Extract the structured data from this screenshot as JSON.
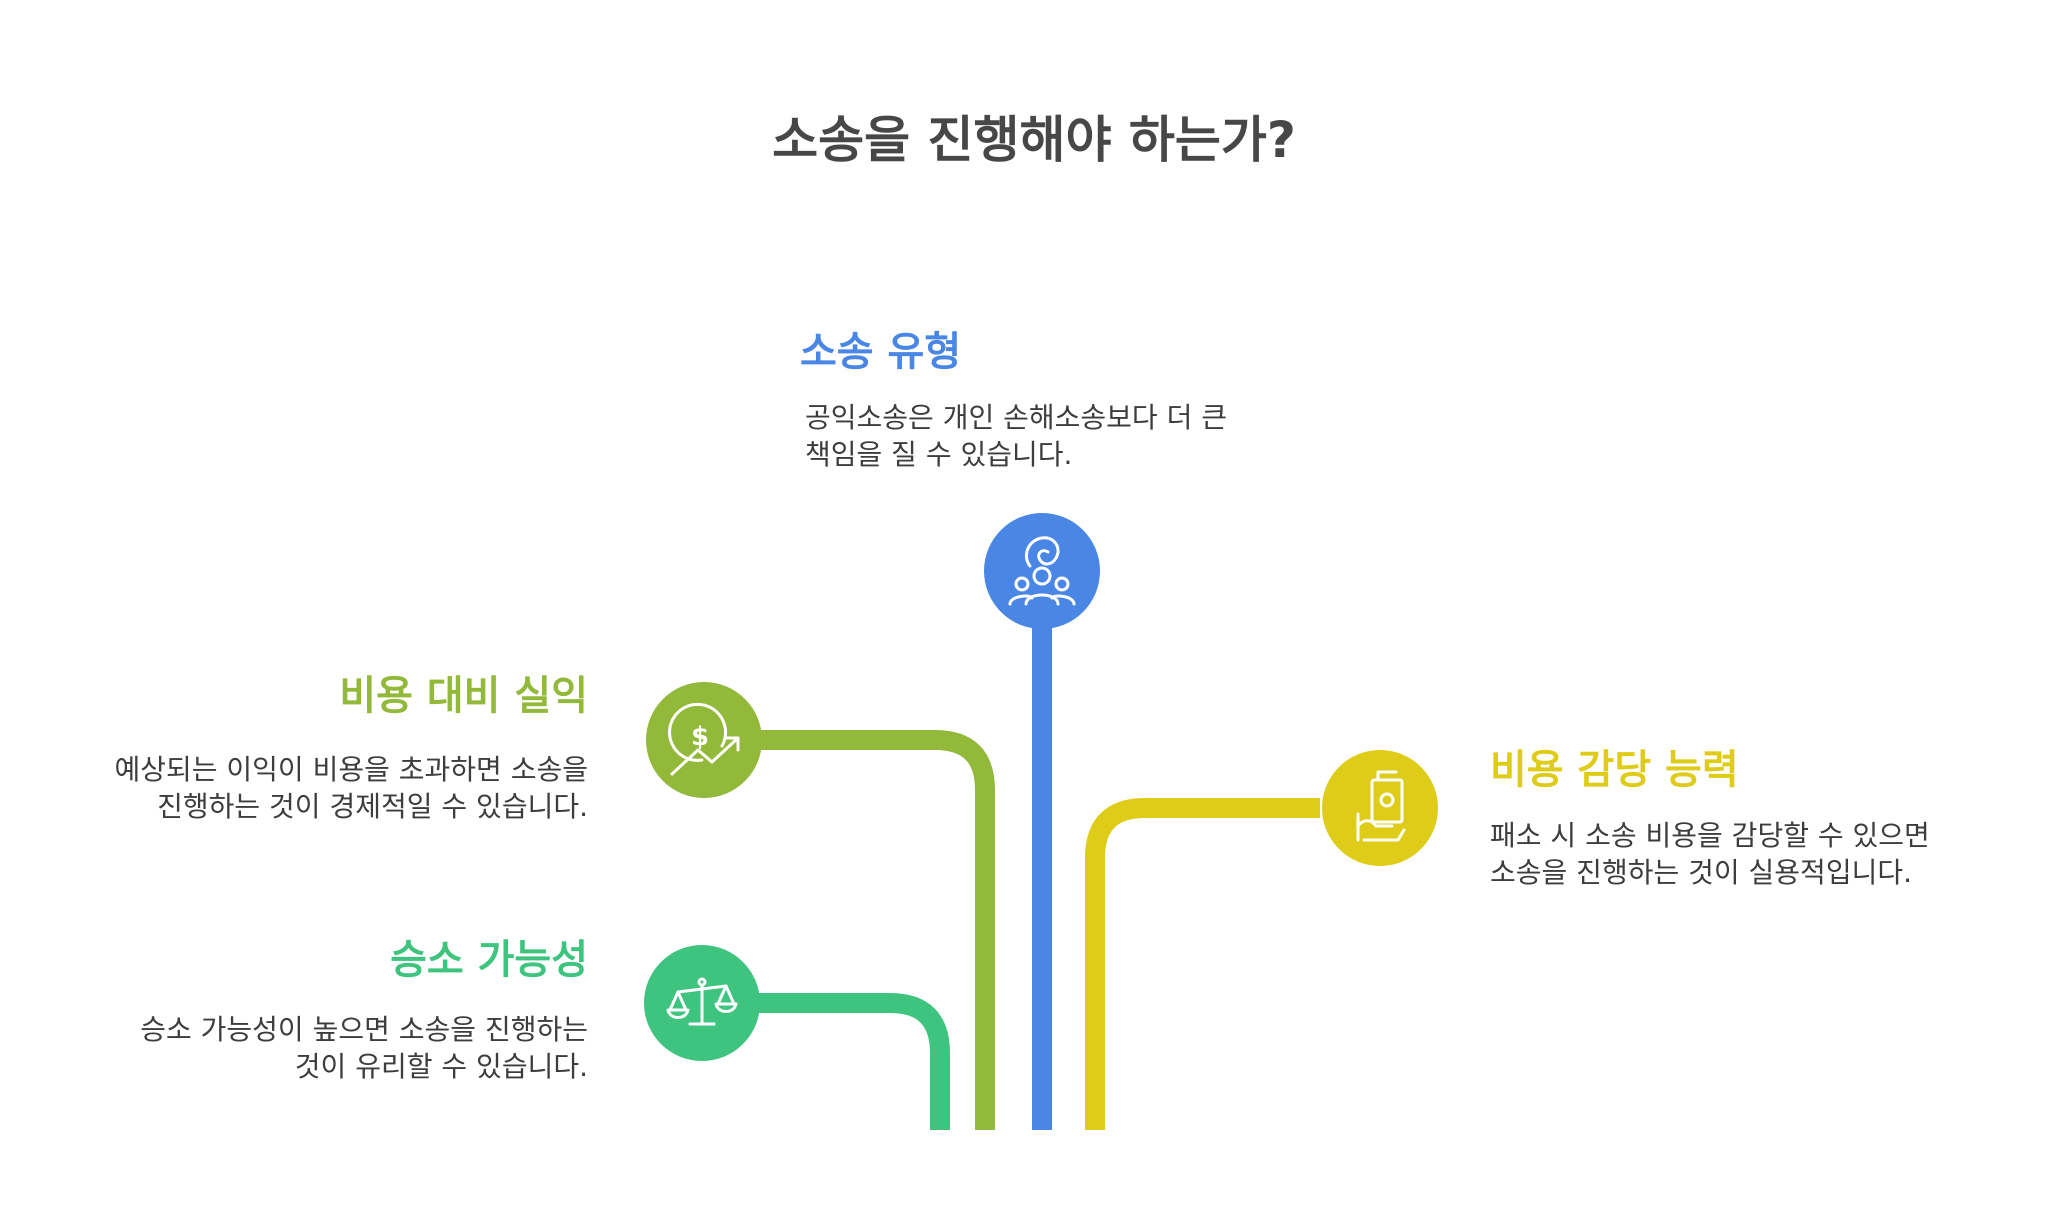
{
  "title": "소송을 진행해야 하는가?",
  "colors": {
    "blue": "#4a86e4",
    "olive": "#93b93a",
    "green": "#3fc47f",
    "yellow": "#dfcc18",
    "title_text": "#474747",
    "body_text": "#3d3d3d"
  },
  "branches": [
    {
      "id": "litigation-type",
      "title": "소송 유형",
      "description": "공익소송은 개인 손해소송보다 더 큰 책임을 질 수 있습니다.",
      "icon": "people-hand-icon",
      "color": "#4a86e4"
    },
    {
      "id": "cost-benefit",
      "title": "비용 대비 실익",
      "description": "예상되는 이익이 비용을 초과하면 소송을 진행하는 것이 경제적일 수 있습니다.",
      "icon": "dollar-growth-icon",
      "color": "#93b93a"
    },
    {
      "id": "win-probability",
      "title": "승소 가능성",
      "description": "승소 가능성이 높으면 소송을 진행하는 것이 유리할 수 있습니다.",
      "icon": "scales-icon",
      "color": "#3fc47f"
    },
    {
      "id": "affordability",
      "title": "비용 감당 능력",
      "description": "패소 시 소송 비용을 감당할 수 있으면 소송을 진행하는 것이 실용적입니다.",
      "icon": "money-hand-icon",
      "color": "#dfcc18"
    }
  ]
}
